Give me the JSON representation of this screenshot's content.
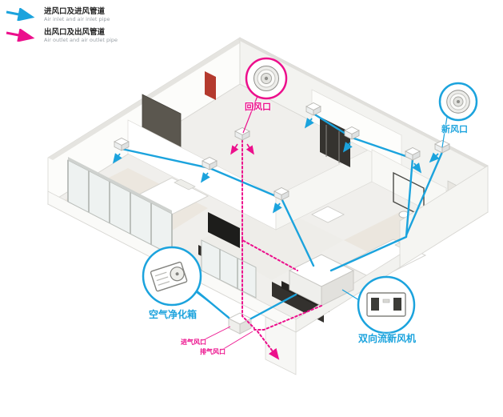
{
  "colors": {
    "inlet_blue": "#1ba3dd",
    "outlet_magenta": "#ec0f8c"
  },
  "legend": {
    "inlet": {
      "label": "进风口及进风管道",
      "sublabel": "Air inlet and air inlet pipe"
    },
    "outlet": {
      "label": "出风口及出风管道",
      "sublabel": "Air outlet and air outlet pipe"
    }
  },
  "callouts": {
    "return_vent": {
      "label": "回风口"
    },
    "fresh_vent": {
      "label": "新风口"
    },
    "purifier": {
      "label": "空气净化箱"
    },
    "fresh_air_unit": {
      "label": "双向流新风机"
    },
    "intake_vent": {
      "label": "进气风口"
    },
    "exhaust_vent": {
      "label": "排气风口"
    }
  }
}
